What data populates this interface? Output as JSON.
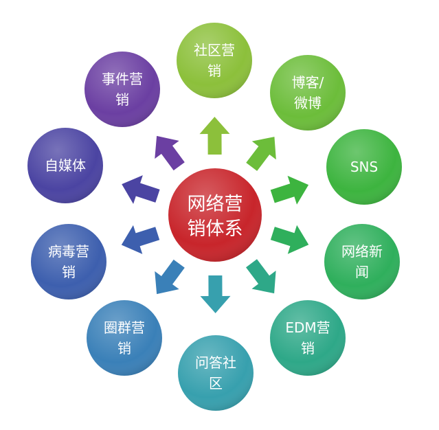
{
  "center": {
    "lines": [
      "网络营",
      "销体系"
    ],
    "color": "#c8252b"
  },
  "nodes": [
    {
      "lines": [
        "社区营",
        "销"
      ],
      "color": "#8cc03b"
    },
    {
      "lines": [
        "博客/",
        "微博"
      ],
      "color": "#6cbd3a"
    },
    {
      "lines": [
        "SNS"
      ],
      "color": "#3db43f"
    },
    {
      "lines": [
        "网络新",
        "闻"
      ],
      "color": "#2faf5c"
    },
    {
      "lines": [
        "EDM营",
        "销"
      ],
      "color": "#2ea888"
    },
    {
      "lines": [
        "问答社",
        "区"
      ],
      "color": "#37a0ae"
    },
    {
      "lines": [
        "圈群营",
        "销"
      ],
      "color": "#3a80b8"
    },
    {
      "lines": [
        "病毒营",
        "销"
      ],
      "color": "#3d5fae"
    },
    {
      "lines": [
        "自媒体"
      ],
      "color": "#4b44a2"
    },
    {
      "lines": [
        "事件营",
        "销"
      ],
      "color": "#6b3fa2"
    }
  ]
}
